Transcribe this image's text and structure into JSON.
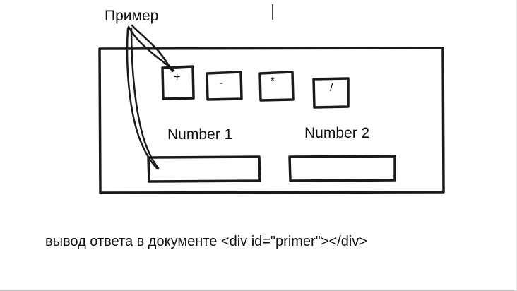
{
  "sketch": {
    "title": "Пример",
    "operations": [
      {
        "name": "plus",
        "label": "+"
      },
      {
        "name": "minus",
        "label": "-"
      },
      {
        "name": "multiply",
        "label": "*"
      },
      {
        "name": "divide",
        "label": "/"
      }
    ],
    "number1_label": "Number 1",
    "number2_label": "Number 2",
    "note": "вывод ответа в документе <div id=\"primer\"></div>"
  }
}
